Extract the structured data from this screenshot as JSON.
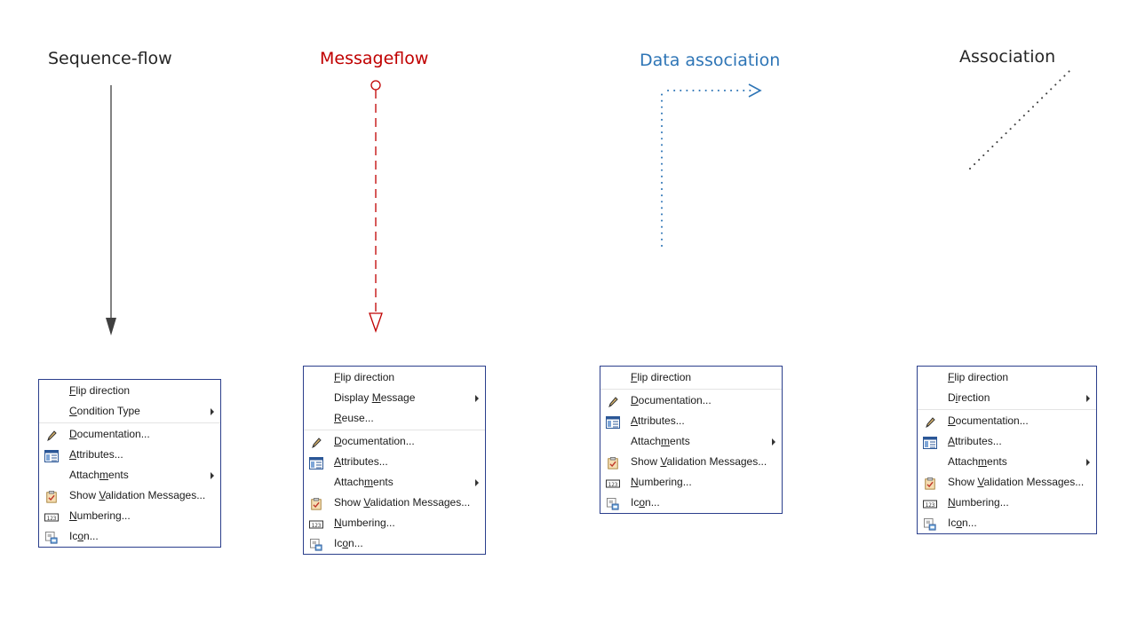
{
  "titles": {
    "sequence_flow": "Sequence-flow",
    "message_flow": "Messageflow",
    "data_association": "Data association",
    "association": "Association"
  },
  "colors": {
    "sequence": "#404040",
    "message": "#c00000",
    "data": "#2e75b6",
    "association": "#404040",
    "menu_border": "#2b3f8c"
  },
  "menus": {
    "sequence": {
      "items": [
        {
          "pre": "",
          "acc": "F",
          "post": "lip direction",
          "icon": "",
          "submenu": false
        },
        {
          "pre": "",
          "acc": "C",
          "post": "ondition Type",
          "icon": "",
          "submenu": true,
          "sep_after": true
        },
        {
          "pre": "",
          "acc": "D",
          "post": "ocumentation...",
          "icon": "pencil-icon",
          "submenu": false
        },
        {
          "pre": "",
          "acc": "A",
          "post": "ttributes...",
          "icon": "attributes-icon",
          "submenu": false
        },
        {
          "pre": "Attach",
          "acc": "m",
          "post": "ents",
          "icon": "",
          "submenu": true
        },
        {
          "pre": "Show ",
          "acc": "V",
          "post": "alidation Messages...",
          "icon": "clipboard-check-icon",
          "submenu": false
        },
        {
          "pre": "",
          "acc": "N",
          "post": "umbering...",
          "icon": "numbering-icon",
          "submenu": false
        },
        {
          "pre": "Ic",
          "acc": "o",
          "post": "n...",
          "icon": "image-icon",
          "submenu": false
        }
      ]
    },
    "message": {
      "items": [
        {
          "pre": "",
          "acc": "F",
          "post": "lip direction",
          "icon": "",
          "submenu": false
        },
        {
          "pre": "Display ",
          "acc": "M",
          "post": "essage",
          "icon": "",
          "submenu": true
        },
        {
          "pre": "",
          "acc": "R",
          "post": "euse...",
          "icon": "",
          "submenu": false,
          "sep_after": true
        },
        {
          "pre": "",
          "acc": "D",
          "post": "ocumentation...",
          "icon": "pencil-icon",
          "submenu": false
        },
        {
          "pre": "",
          "acc": "A",
          "post": "ttributes...",
          "icon": "attributes-icon",
          "submenu": false
        },
        {
          "pre": "Attach",
          "acc": "m",
          "post": "ents",
          "icon": "",
          "submenu": true
        },
        {
          "pre": "Show ",
          "acc": "V",
          "post": "alidation Messages...",
          "icon": "clipboard-check-icon",
          "submenu": false
        },
        {
          "pre": "",
          "acc": "N",
          "post": "umbering...",
          "icon": "numbering-icon",
          "submenu": false
        },
        {
          "pre": "Ic",
          "acc": "o",
          "post": "n...",
          "icon": "image-icon",
          "submenu": false
        }
      ]
    },
    "data": {
      "items": [
        {
          "pre": "",
          "acc": "F",
          "post": "lip direction",
          "icon": "",
          "submenu": false,
          "sep_after": true
        },
        {
          "pre": "",
          "acc": "D",
          "post": "ocumentation...",
          "icon": "pencil-icon",
          "submenu": false
        },
        {
          "pre": "",
          "acc": "A",
          "post": "ttributes...",
          "icon": "attributes-icon",
          "submenu": false
        },
        {
          "pre": "Attach",
          "acc": "m",
          "post": "ents",
          "icon": "",
          "submenu": true
        },
        {
          "pre": "Show ",
          "acc": "V",
          "post": "alidation Messages...",
          "icon": "clipboard-check-icon",
          "submenu": false
        },
        {
          "pre": "",
          "acc": "N",
          "post": "umbering...",
          "icon": "numbering-icon",
          "submenu": false
        },
        {
          "pre": "Ic",
          "acc": "o",
          "post": "n...",
          "icon": "image-icon",
          "submenu": false
        }
      ]
    },
    "association": {
      "items": [
        {
          "pre": "",
          "acc": "F",
          "post": "lip direction",
          "icon": "",
          "submenu": false
        },
        {
          "pre": "D",
          "acc": "i",
          "post": "rection",
          "icon": "",
          "submenu": true,
          "sep_after": true
        },
        {
          "pre": "",
          "acc": "D",
          "post": "ocumentation...",
          "icon": "pencil-icon",
          "submenu": false
        },
        {
          "pre": "",
          "acc": "A",
          "post": "ttributes...",
          "icon": "attributes-icon",
          "submenu": false
        },
        {
          "pre": "Attach",
          "acc": "m",
          "post": "ents",
          "icon": "",
          "submenu": true
        },
        {
          "pre": "Show ",
          "acc": "V",
          "post": "alidation Messages...",
          "icon": "clipboard-check-icon",
          "submenu": false
        },
        {
          "pre": "",
          "acc": "N",
          "post": "umbering...",
          "icon": "numbering-icon",
          "submenu": false
        },
        {
          "pre": "Ic",
          "acc": "o",
          "post": "n...",
          "icon": "image-icon",
          "submenu": false
        }
      ]
    }
  }
}
